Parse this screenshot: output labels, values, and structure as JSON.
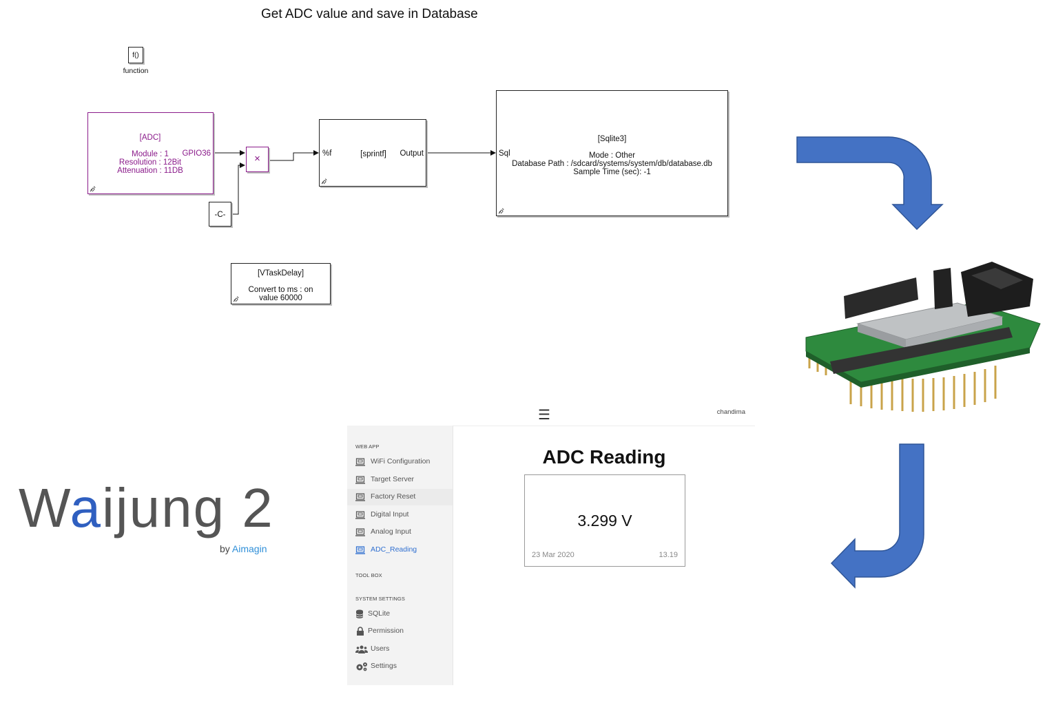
{
  "diagram": {
    "title": "Get ADC value and save in Database",
    "function_block": {
      "symbol": "f()",
      "label": "function"
    },
    "adc_block": {
      "name": "[ADC]",
      "lines": [
        "Module : 1",
        "Resolution :  12Bit",
        "Attenuation :  11DB"
      ],
      "output_port": "GPIO36"
    },
    "product_symbol": "×",
    "constant_block": "-C-",
    "sprintf_block": {
      "name": "[sprintf]",
      "input_port": "%f",
      "output_port": "Output"
    },
    "sqlite_block": {
      "name": "[Sqlite3]",
      "input_port": "Sql",
      "lines": [
        "Mode : Other",
        "Database Path : /sdcard/systems/system/db/database.db",
        "Sample Time (sec): -1"
      ]
    },
    "delay_block": {
      "name": "[VTaskDelay]",
      "lines": [
        "Convert to ms : on",
        "value 60000"
      ]
    },
    "colors": {
      "arrow": "#4472c4",
      "arrow_stroke": "#2f5597",
      "block_purple": "#8a1a8a"
    }
  },
  "webapp": {
    "menu_icon": "hamburger-icon",
    "username": "chandima",
    "sections": {
      "web_app": "WEB APP",
      "tool_box": "TOOL BOX",
      "system_settings": "SYSTEM SETTINGS"
    },
    "web_app_items": [
      {
        "label": "WiFi Configuration",
        "icon": "laptop-icon"
      },
      {
        "label": "Target Server",
        "icon": "laptop-icon"
      },
      {
        "label": "Factory Reset",
        "icon": "laptop-icon"
      },
      {
        "label": "Digital Input",
        "icon": "laptop-icon"
      },
      {
        "label": "Analog Input",
        "icon": "laptop-icon"
      },
      {
        "label": "ADC_Reading",
        "icon": "laptop-icon",
        "active": true
      }
    ],
    "system_items": [
      {
        "label": "SQLite",
        "icon": "database-icon"
      },
      {
        "label": "Permission",
        "icon": "lock-icon"
      },
      {
        "label": "Users",
        "icon": "users-icon"
      },
      {
        "label": "Settings",
        "icon": "gears-icon"
      }
    ],
    "heading": "ADC Reading",
    "reading": {
      "value": "3.299 V",
      "date": "23 Mar 2020",
      "time": "13.19"
    },
    "accent_color": "#2f6fd0"
  },
  "logo": {
    "pre": "W",
    "accent": "a",
    "post": "ijung 2",
    "by": "by ",
    "brand": "Aimagin"
  }
}
